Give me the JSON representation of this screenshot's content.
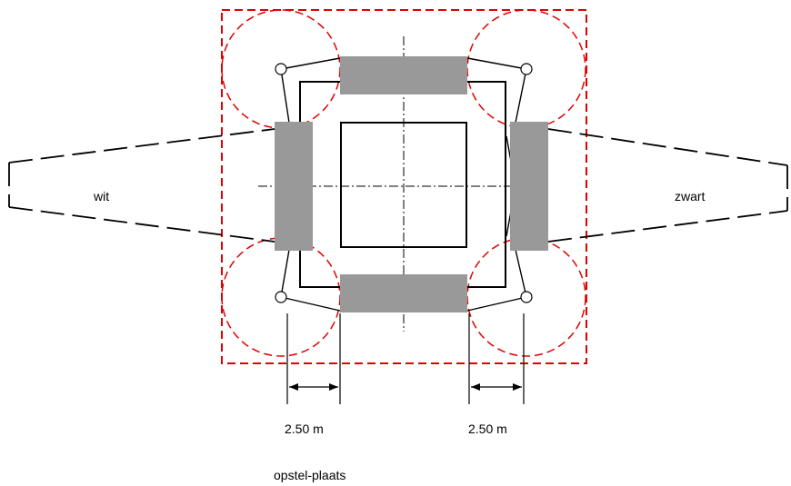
{
  "labels": {
    "left_side": "wit",
    "right_side": "zwart",
    "dim_left": "2.50 m",
    "dim_right": "2.50 m",
    "caption": "opstel-plaats"
  },
  "colors": {
    "outline_red": "#e00000",
    "cable_gray": "#999999",
    "line_black": "#000000"
  }
}
